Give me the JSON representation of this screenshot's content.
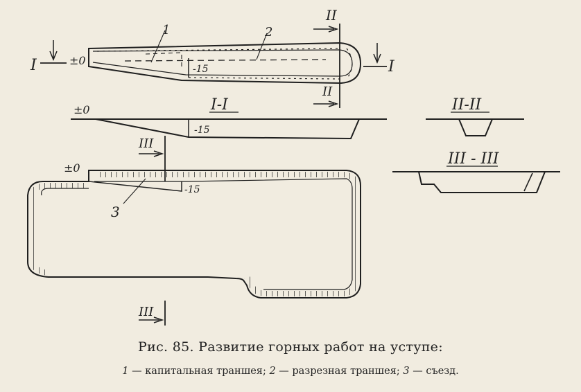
{
  "figure": {
    "caption_title": "Рис. 85. Развитие горных работ на уступе:",
    "legend": [
      {
        "num": "1",
        "text": "капитальная траншея"
      },
      {
        "num": "2",
        "text": "разрезная траншея"
      },
      {
        "num": "3",
        "text": "съезд."
      }
    ],
    "legend_separators": [
      " — ",
      "; ",
      "; ",
      "."
    ]
  },
  "labels": {
    "plan_top": {
      "section_I_left": "I",
      "section_I_right": "I",
      "section_II_top": "II",
      "section_II_bottom": "II",
      "level_zero": "±0",
      "level_minus15": "-15",
      "item_1": "1",
      "item_2": "2"
    },
    "section_I_I": {
      "title": "I-I",
      "level_zero": "±0",
      "level_minus15": "-15"
    },
    "section_II_II": {
      "title": "II-II"
    },
    "section_III_III": {
      "title": "III - III"
    },
    "plan_bottom": {
      "section_III_top": "III",
      "section_III_bottom": "III",
      "level_zero": "±0",
      "level_minus15": "-15",
      "item_3": "3"
    }
  },
  "colors": {
    "paper": "#f1ece0",
    "ink": "#1f1f1f"
  }
}
